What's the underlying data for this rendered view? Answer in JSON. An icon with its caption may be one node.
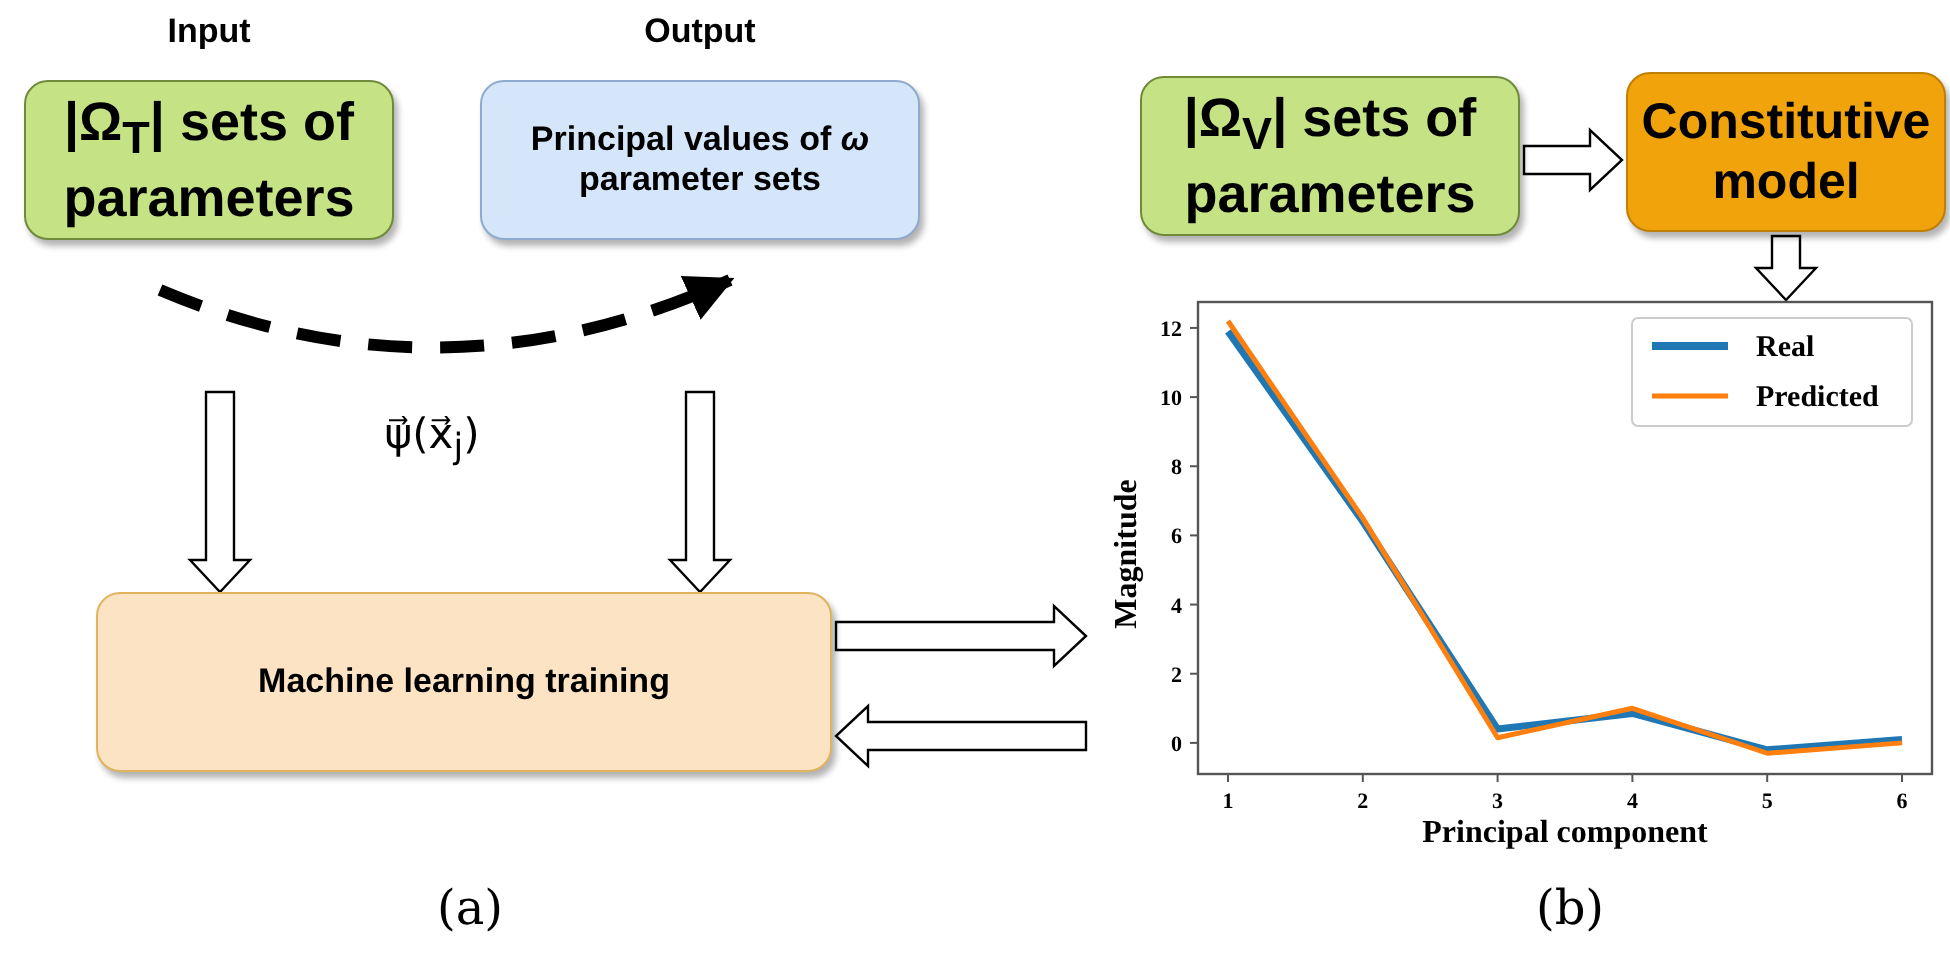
{
  "diagram": {
    "nodes": [
      {
        "text": [
          "|Ω$_{T}$| sets of parameters"
        ],
        "beside": [
          "Input"
        ]
      },
      {
        "text": [
          "Principal values of *ω* parameter sets"
        ],
        "beside": [
          "Output"
        ]
      },
      {
        "text": [
          "Machine learning training"
        ]
      },
      {
        "text": [
          "|Ω$_{V}$| sets of parameters"
        ]
      },
      {
        "text": [
          "Constitutive model"
        ]
      },
      {
        "text": [],
        "shape": "box"
      }
    ],
    "edges": [
      {
        "from": 0,
        "to": 1,
        "arrow": "to",
        "style": "dashed",
        "label": "ψ⃗(x⃗$_{j}$)"
      },
      {
        "from": 0,
        "to": 2,
        "arrow": "to"
      },
      {
        "from": 1,
        "to": 2,
        "arrow": "to"
      },
      {
        "from": 3,
        "to": 4,
        "arrow": "to"
      },
      {
        "from": 4,
        "to": 5,
        "arrow": "to"
      },
      {
        "from": 2,
        "to": 5,
        "arrow": "to"
      },
      {
        "from": 5,
        "to": 2,
        "arrow": "to"
      }
    ],
    "labels": [
      "(a)",
      "(b)"
    ],
    "chart_data": {
      "type": "line",
      "xlabel": "Principal component",
      "ylabel": "Magnitude",
      "categories": [
        "1",
        "2",
        "3",
        "4",
        "5",
        "6"
      ],
      "series": [
        {
          "name": "Real",
          "color": "#1f77b4",
          "values": [
            11.9,
            6.4,
            0.4,
            0.85,
            -0.2,
            0.1
          ]
        },
        {
          "name": "Predicted",
          "color": "#ff7f0e",
          "values": [
            12.2,
            6.5,
            0.15,
            1.0,
            -0.3,
            0.0
          ]
        }
      ],
      "ylim": [
        -0.9,
        12.75
      ],
      "legend": "upper right",
      "yticks": [
        0,
        2,
        4,
        6,
        8,
        10,
        12
      ]
    }
  }
}
